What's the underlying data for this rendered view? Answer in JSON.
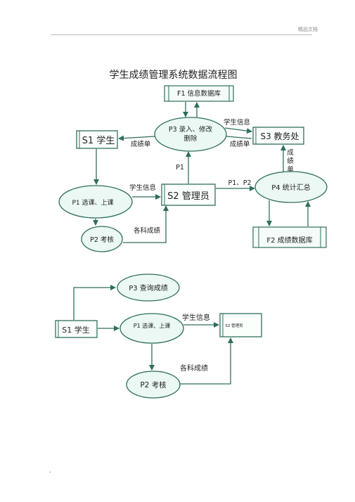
{
  "header": {
    "label": "精品文档"
  },
  "title": "学生成绩管理系统数据流程图",
  "diagram1": {
    "nodes": {
      "f1": "F1 信息数据库",
      "p3_line1": "P3 录入、修改",
      "p3_line2": "删除",
      "s1": "S1 学生",
      "s3": "S3 教务处",
      "p1": "P1 选课、上课",
      "s2": "S2 管理员",
      "p4": "P4 统计汇总",
      "p2": "P2 考核",
      "f2": "F2 成绩数据库"
    },
    "edges": {
      "p3_s1": "成绩单",
      "p3_s3_info": "学生信息",
      "p3_s3_grade": "成绩单",
      "p4_s3": [
        "成",
        "绩",
        "单"
      ],
      "s2_p3": "P1",
      "p1_s2": "学生信息",
      "s2_p4": "P1、P2",
      "p2_s2": "各科成绩"
    }
  },
  "diagram2": {
    "nodes": {
      "p3": "P3 查询成绩",
      "s1": "S1 学生",
      "p1": "P1 选课、上课",
      "s2": "S2 管理员",
      "p2": "P2 考核"
    },
    "edges": {
      "p1_s2": "学生信息",
      "p2_s2": "各科成绩"
    }
  },
  "footer": {
    "mark": "."
  }
}
